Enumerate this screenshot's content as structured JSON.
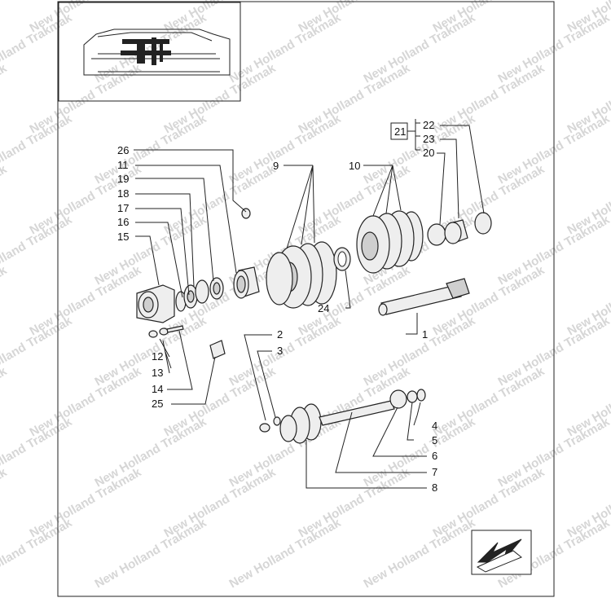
{
  "watermark": {
    "text": "New Holland Trakmak",
    "color": "#d6d6d6"
  },
  "group_box": {
    "label": "21",
    "members": [
      "22",
      "23",
      "20"
    ]
  },
  "callouts": {
    "c1": "1",
    "c2": "2",
    "c3": "3",
    "c4": "4",
    "c5": "5",
    "c6": "6",
    "c7": "7",
    "c8": "8",
    "c9": "9",
    "c10": "10",
    "c11": "11",
    "c12": "12",
    "c13": "13",
    "c14": "14",
    "c15": "15",
    "c16": "16",
    "c17": "17",
    "c18": "18",
    "c19": "19",
    "c20": "20",
    "c22": "22",
    "c23": "23",
    "c24": "24",
    "c25": "25",
    "c26": "26"
  },
  "icons": {
    "locator": "transmission-locator-icon",
    "nav": "arrow-down-left-icon"
  }
}
